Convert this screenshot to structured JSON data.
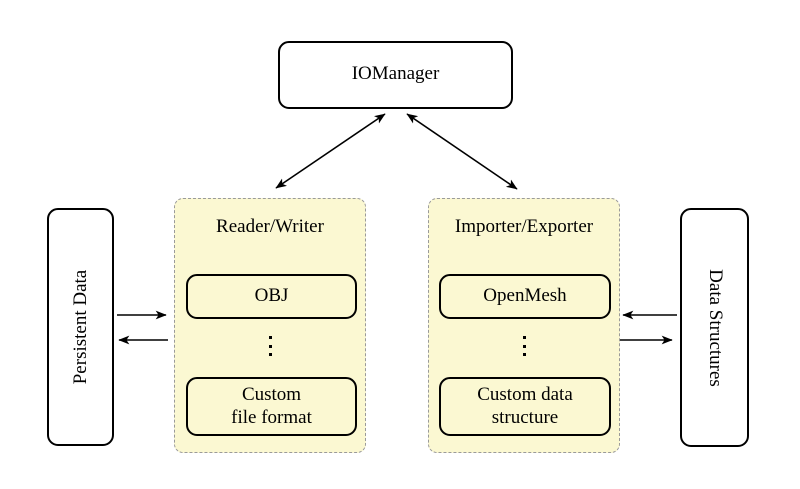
{
  "colors": {
    "page_bg": "#ffffff",
    "group_fill": "#FBF8D2",
    "group_border": "#9a9a9a",
    "box_border": "#000000",
    "box_fill": "#ffffff",
    "text_color": "#000000",
    "arrow_color": "#000000"
  },
  "io_manager": {
    "label": "IOManager"
  },
  "persistent_data": {
    "label": "Persistent Data"
  },
  "data_structures": {
    "label": "Data Structures"
  },
  "reader_writer": {
    "title": "Reader/Writer",
    "item_top": "OBJ",
    "dots": "⋮",
    "item_bottom_line1": "Custom",
    "item_bottom_line2": "file format"
  },
  "importer_exporter": {
    "title": "Importer/Exporter",
    "item_top": "OpenMesh",
    "dots": "⋮",
    "item_bottom_line1": "Custom data",
    "item_bottom_line2": "structure"
  }
}
